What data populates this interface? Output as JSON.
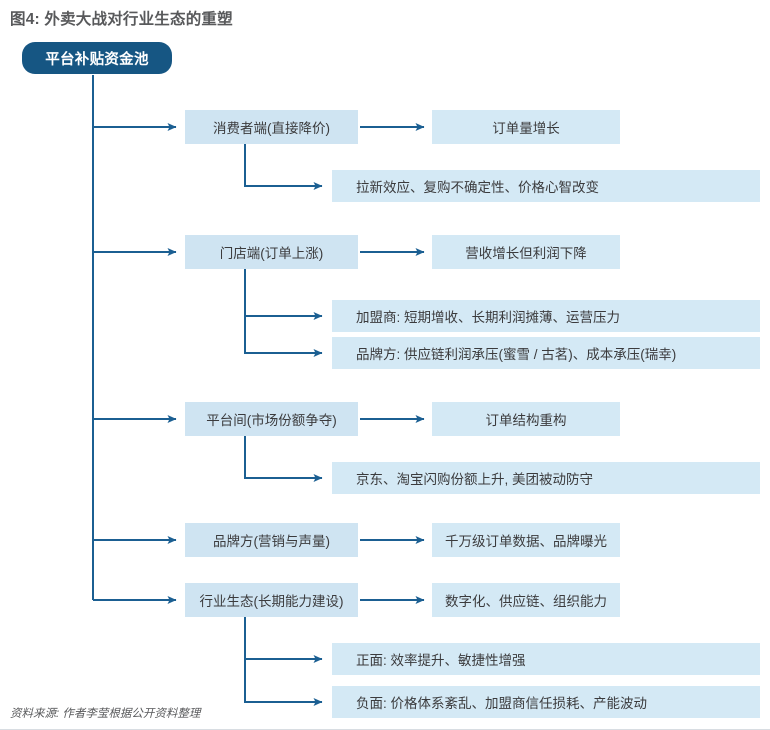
{
  "figure": {
    "title": "图4: 外卖大战对行业生态的重塑",
    "source_note": "资料来源: 作者李莹根据公开资料整理",
    "colors": {
      "root_fill": "#165683",
      "level1_fill": "#cfe4f2",
      "level2_fill": "#d4e9f5",
      "connector": "#1b5f92",
      "title_text": "#58595b",
      "body_text": "#3b3b3d"
    }
  },
  "root": {
    "label": "平台补贴资金池"
  },
  "branches": [
    {
      "label": "消费者端(直接降价)",
      "outcome": "订单量增长",
      "details": [
        "拉新效应、复购不确定性、价格心智改变"
      ]
    },
    {
      "label": "门店端(订单上涨)",
      "outcome": "营收增长但利润下降",
      "details": [
        "加盟商: 短期增收、长期利润摊薄、运营压力",
        "品牌方: 供应链利润承压(蜜雪 / 古茗)、成本承压(瑞幸)"
      ]
    },
    {
      "label": "平台间(市场份额争夺)",
      "outcome": "订单结构重构",
      "details": [
        "京东、淘宝闪购份额上升, 美团被动防守"
      ]
    },
    {
      "label": "品牌方(营销与声量)",
      "outcome": "千万级订单数据、品牌曝光",
      "details": []
    },
    {
      "label": "行业生态(长期能力建设)",
      "outcome": "数字化、供应链、组织能力",
      "details": [
        "正面: 效率提升、敏捷性增强",
        "负面: 价格体系紊乱、加盟商信任损耗、产能波动"
      ]
    }
  ]
}
